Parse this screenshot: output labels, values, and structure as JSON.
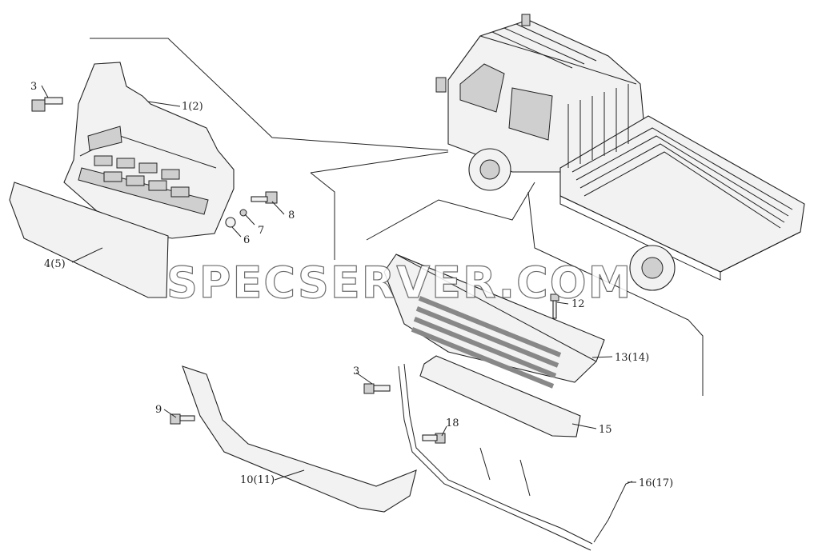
{
  "labels": {
    "l3a": "3",
    "l1": "1(2)",
    "l8": "8",
    "l7": "7",
    "l6": "6",
    "l4": "4(5)",
    "l12": "12",
    "l13": "13(14)",
    "l3b": "3",
    "l9": "9",
    "l15": "15",
    "l18": "18",
    "l10": "10(11)",
    "l16": "16(17)"
  },
  "watermark": "SPECSERVER.COM"
}
